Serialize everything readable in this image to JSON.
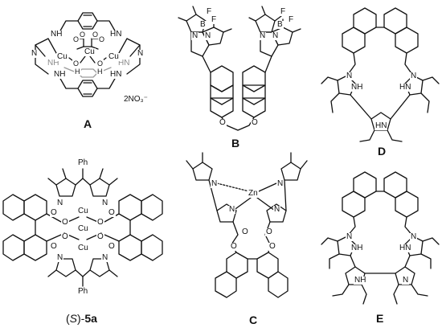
{
  "colors": {
    "bond": "#111111",
    "faded": "#9a9a9a",
    "background": "#ffffff"
  },
  "panels": {
    "A": {
      "label": "A",
      "counterion": "2NO₃⁻",
      "atoms": {
        "cu_center": "Cu",
        "cu_left": "Cu",
        "cu_right": "Cu",
        "nh_tl": "NH",
        "nh_tr": "HN",
        "nh_bl": "NH",
        "nh_br": "HN",
        "nh_ml": "NH",
        "nh_mr": "HN",
        "n_l": "N",
        "n_r": "N",
        "o_l": "O",
        "o_r": "O",
        "o_tl": "O",
        "o_tr": "O",
        "o_ml": "O",
        "o_mr": "O",
        "h_l": "H",
        "h_r": "H"
      }
    },
    "B": {
      "label": "B",
      "atoms": {
        "b_l": "B",
        "b_r": "B",
        "f_l1": "F",
        "f_l2": "F",
        "f_r1": "F",
        "f_r2": "F",
        "n_l1": "N",
        "n_l2": "N",
        "n_r1": "N",
        "n_r2": "N",
        "o_l": "O",
        "o_r": "O"
      }
    },
    "D": {
      "label": "D",
      "atoms": {
        "n_l": "N",
        "n_r": "N",
        "nh_l": "NH",
        "nh_r": "HN",
        "nh_b": "HN"
      }
    },
    "S5a": {
      "label_prefix": "(",
      "label_italic": "S",
      "label_suffix": ")-",
      "label_bold": "5a",
      "atoms": {
        "ph_top": "Ph",
        "ph_bot": "Ph",
        "cu1": "Cu",
        "cu2": "Cu",
        "cu3": "Cu",
        "n1": "N",
        "n2": "N",
        "n3": "N",
        "n4": "N",
        "o1": "O",
        "o2": "O",
        "o3": "O",
        "o4": "O",
        "o5": "O",
        "o6": "O",
        "o7": "O",
        "o8": "O"
      }
    },
    "C": {
      "label": "C",
      "atoms": {
        "zn": "Zn",
        "n1": "N",
        "n2": "N",
        "n3": "N",
        "n4": "N",
        "o1": "O",
        "o2": "O",
        "o3": "O",
        "o4": "O"
      }
    },
    "E": {
      "label": "E",
      "atoms": {
        "n_l": "N",
        "n_r": "N",
        "nh_l": "NH",
        "nh_r": "HN",
        "nh_bl": "NH",
        "n_b": "N"
      }
    }
  }
}
